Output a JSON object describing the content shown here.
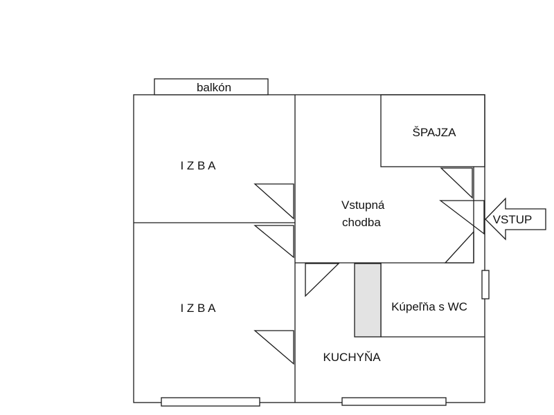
{
  "labels": {
    "balcony": "balkón",
    "pantry": "ŠPAJZA",
    "room_top": "I Z B A",
    "room_bottom": "I Z B A",
    "hallway_line1": "Vstupná",
    "hallway_line2": "chodba",
    "entrance": "VSTUP",
    "bathroom": "Kúpeľňa s WC",
    "kitchen": "KUCHYŇA"
  },
  "colors": {
    "wall": "#1a1a1a",
    "background": "#ffffff",
    "shaft_fill": "#e3e3e3"
  }
}
